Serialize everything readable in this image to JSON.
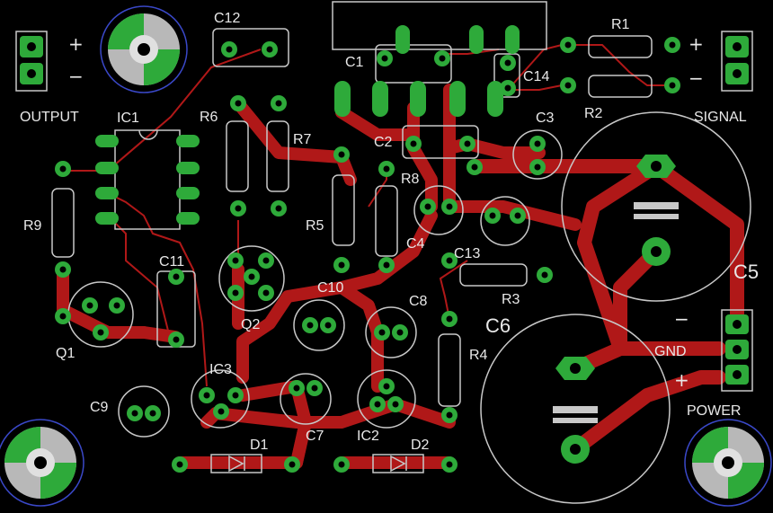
{
  "labels": {
    "output": "OUTPUT",
    "signal": "SIGNAL",
    "power": "POWER",
    "gnd": "GND",
    "plus": "+",
    "minus": "−"
  },
  "components": {
    "c1": "C1",
    "c2": "C2",
    "c3": "C3",
    "c4": "C4",
    "c5": "C5",
    "c6": "C6",
    "c7": "C7",
    "c8": "C8",
    "c9": "C9",
    "c10": "C10",
    "c11": "C11",
    "c12": "C12",
    "c13": "C13",
    "c14": "C14",
    "r1": "R1",
    "r2": "R2",
    "r3": "R3",
    "r4": "R4",
    "r5": "R5",
    "r6": "R6",
    "r7": "R7",
    "r8": "R8",
    "r9": "R9",
    "ic1": "IC1",
    "ic2": "IC2",
    "ic3": "IC3",
    "q1": "Q1",
    "q2": "Q2",
    "d1": "D1",
    "d2": "D2"
  },
  "colors": {
    "board": "#000000",
    "copper": "#b01818",
    "pad": "#2eaa3a",
    "silkscreen": "#c8c8c8"
  }
}
